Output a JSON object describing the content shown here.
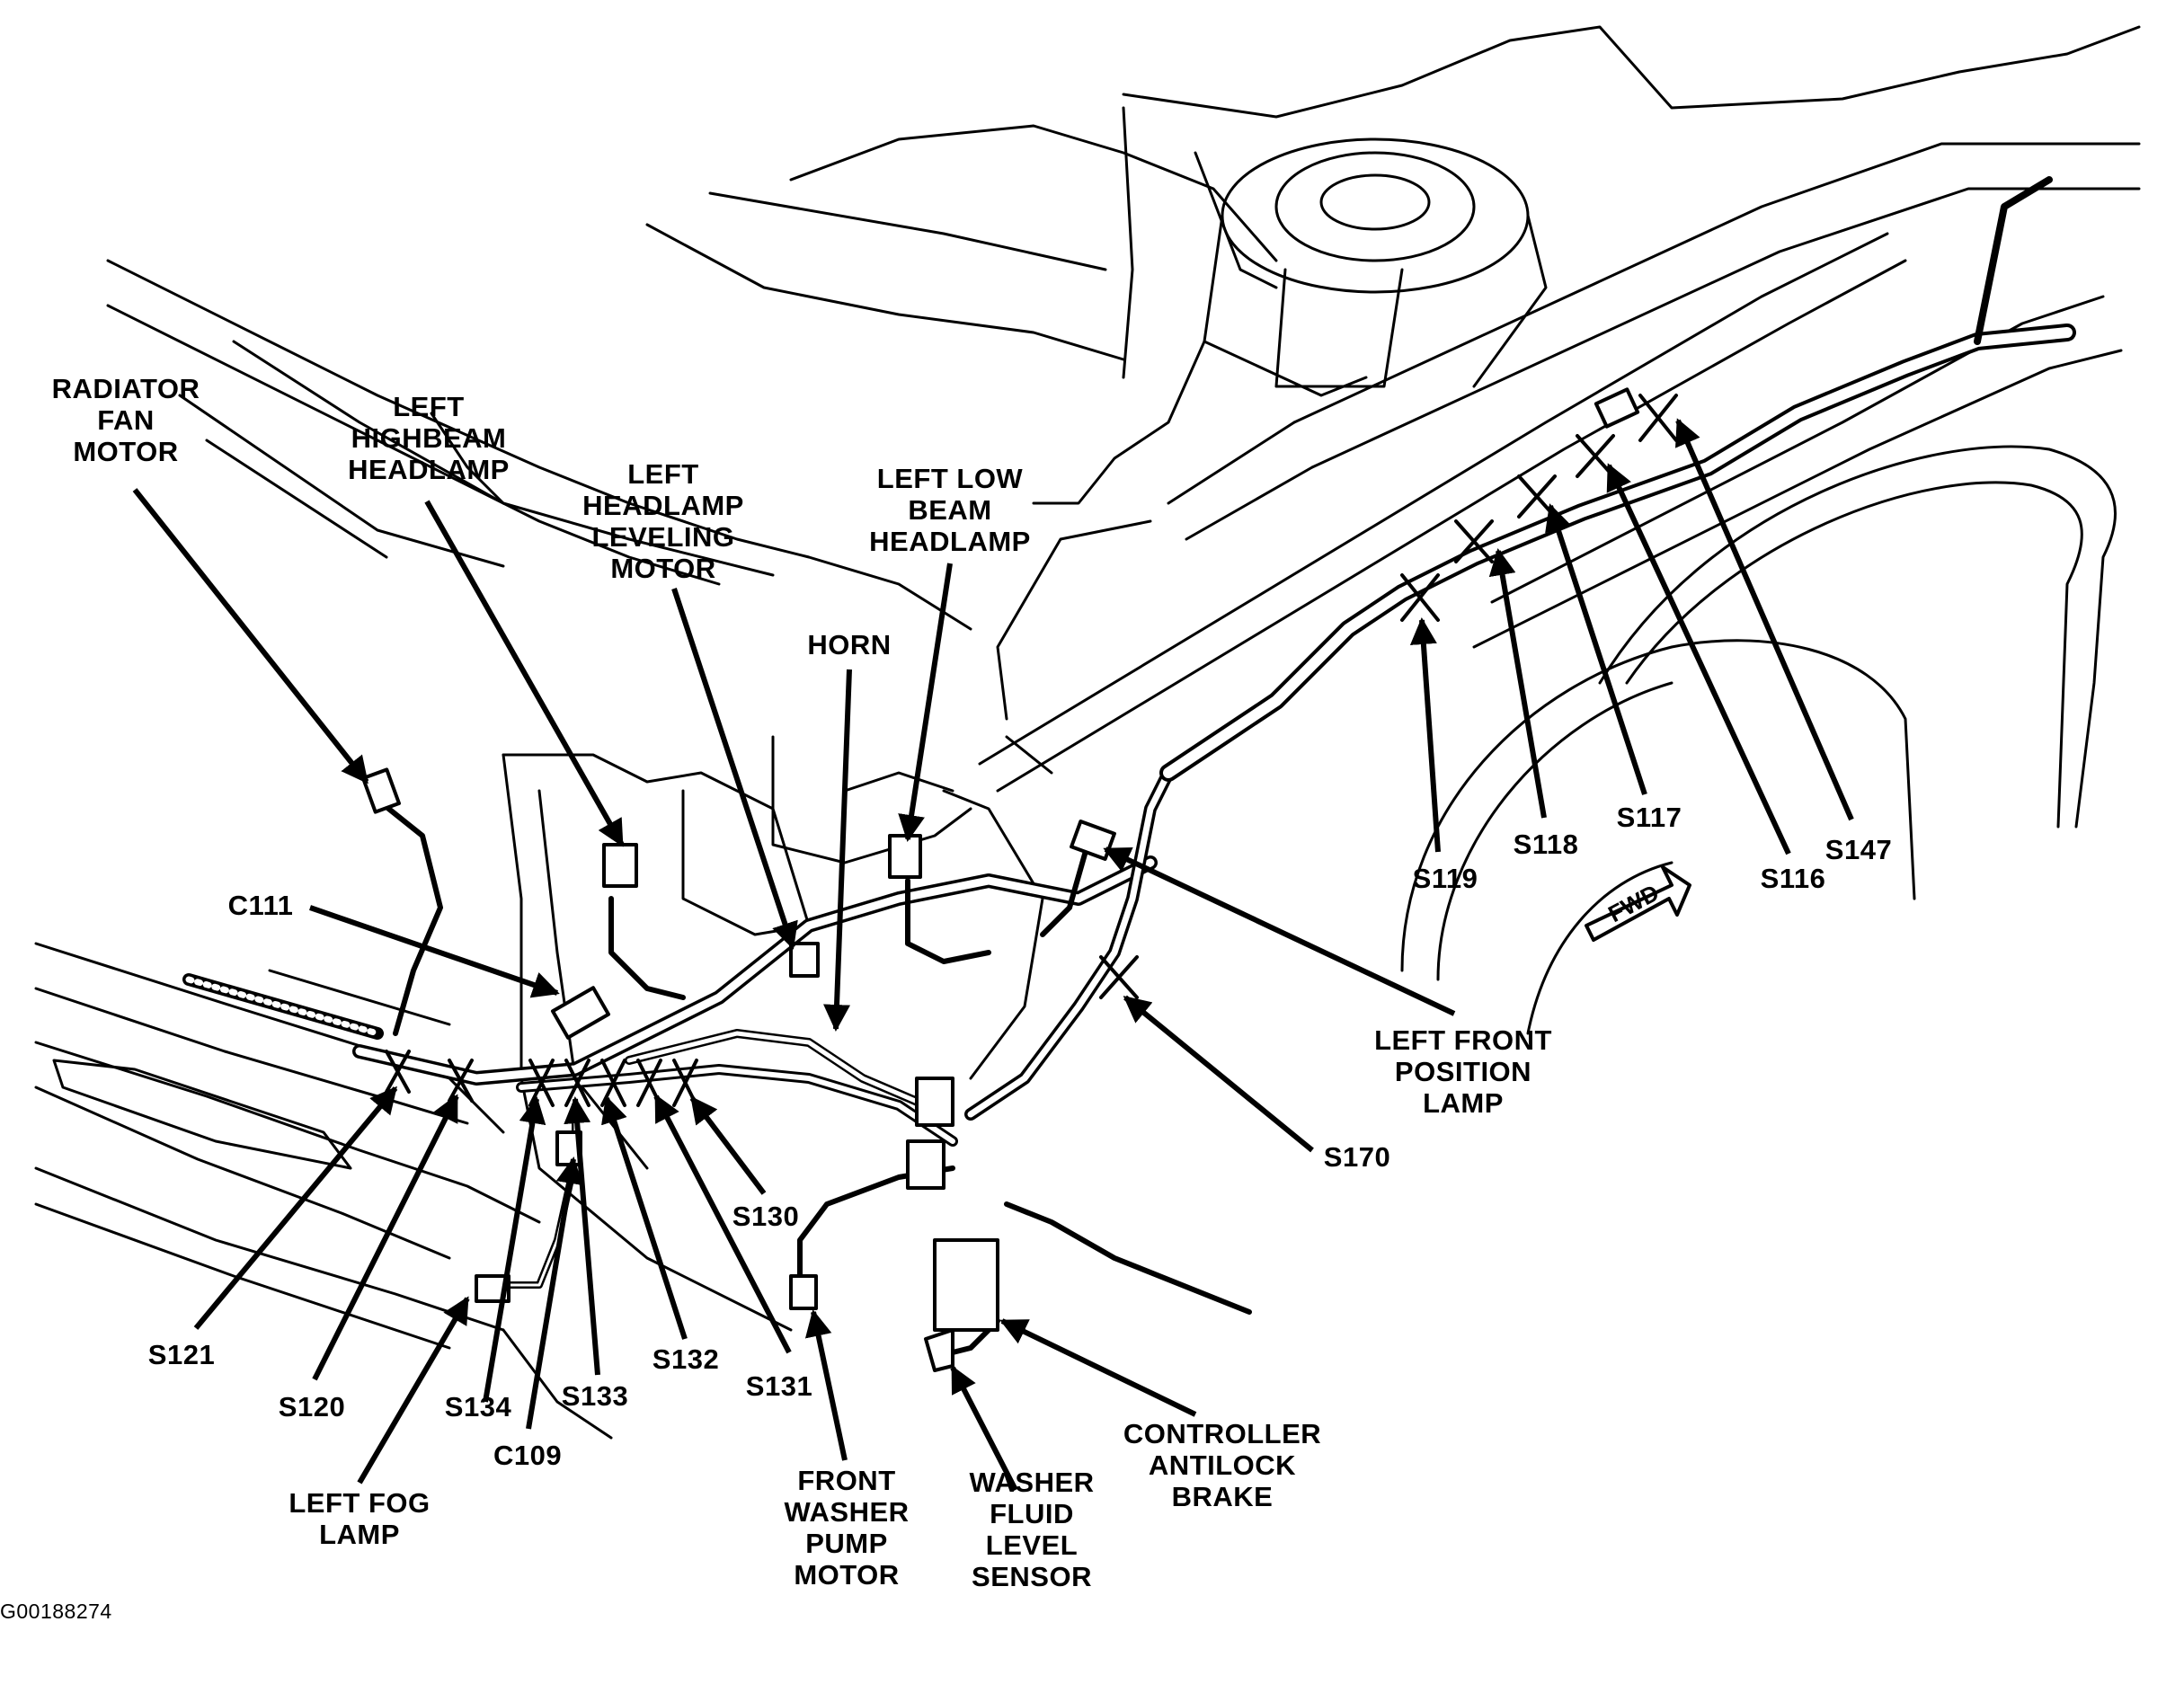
{
  "figure_id": "G00188274",
  "fwd_label": "FWD",
  "labels": [
    {
      "id": "radiator-fan-motor",
      "lines": [
        "RADIATOR",
        "FAN",
        "MOTOR"
      ]
    },
    {
      "id": "left-highbeam-headlamp",
      "lines": [
        "LEFT",
        "HIGHBEAM",
        "HEADLAMP"
      ]
    },
    {
      "id": "left-headlamp-leveling-motor",
      "lines": [
        "LEFT",
        "HEADLAMP",
        "LEVELING",
        "MOTOR"
      ]
    },
    {
      "id": "left-low-beam-headlamp",
      "lines": [
        "LEFT LOW",
        "BEAM",
        "HEADLAMP"
      ]
    },
    {
      "id": "horn",
      "lines": [
        "HORN"
      ]
    },
    {
      "id": "c111",
      "lines": [
        "C111"
      ]
    },
    {
      "id": "left-front-position-lamp",
      "lines": [
        "LEFT FRONT",
        "POSITION",
        "LAMP"
      ]
    },
    {
      "id": "s170",
      "lines": [
        "S170"
      ]
    },
    {
      "id": "s119",
      "lines": [
        "S119"
      ]
    },
    {
      "id": "s118",
      "lines": [
        "S118"
      ]
    },
    {
      "id": "s117",
      "lines": [
        "S117"
      ]
    },
    {
      "id": "s116",
      "lines": [
        "S116"
      ]
    },
    {
      "id": "s147",
      "lines": [
        "S147"
      ]
    },
    {
      "id": "s130",
      "lines": [
        "S130"
      ]
    },
    {
      "id": "s131",
      "lines": [
        "S131"
      ]
    },
    {
      "id": "s132",
      "lines": [
        "S132"
      ]
    },
    {
      "id": "s133",
      "lines": [
        "S133"
      ]
    },
    {
      "id": "s134",
      "lines": [
        "S134"
      ]
    },
    {
      "id": "s121",
      "lines": [
        "S121"
      ]
    },
    {
      "id": "s120",
      "lines": [
        "S120"
      ]
    },
    {
      "id": "c109",
      "lines": [
        "C109"
      ]
    },
    {
      "id": "left-fog-lamp",
      "lines": [
        "LEFT FOG",
        "LAMP"
      ]
    },
    {
      "id": "front-washer-pump-motor",
      "lines": [
        "FRONT",
        "WASHER",
        "PUMP",
        "MOTOR"
      ]
    },
    {
      "id": "washer-fluid-level-sensor",
      "lines": [
        "WASHER",
        "FLUID",
        "LEVEL",
        "SENSOR"
      ]
    },
    {
      "id": "controller-antilock-brake",
      "lines": [
        "CONTROLLER",
        "ANTILOCK",
        "BRAKE"
      ]
    }
  ]
}
